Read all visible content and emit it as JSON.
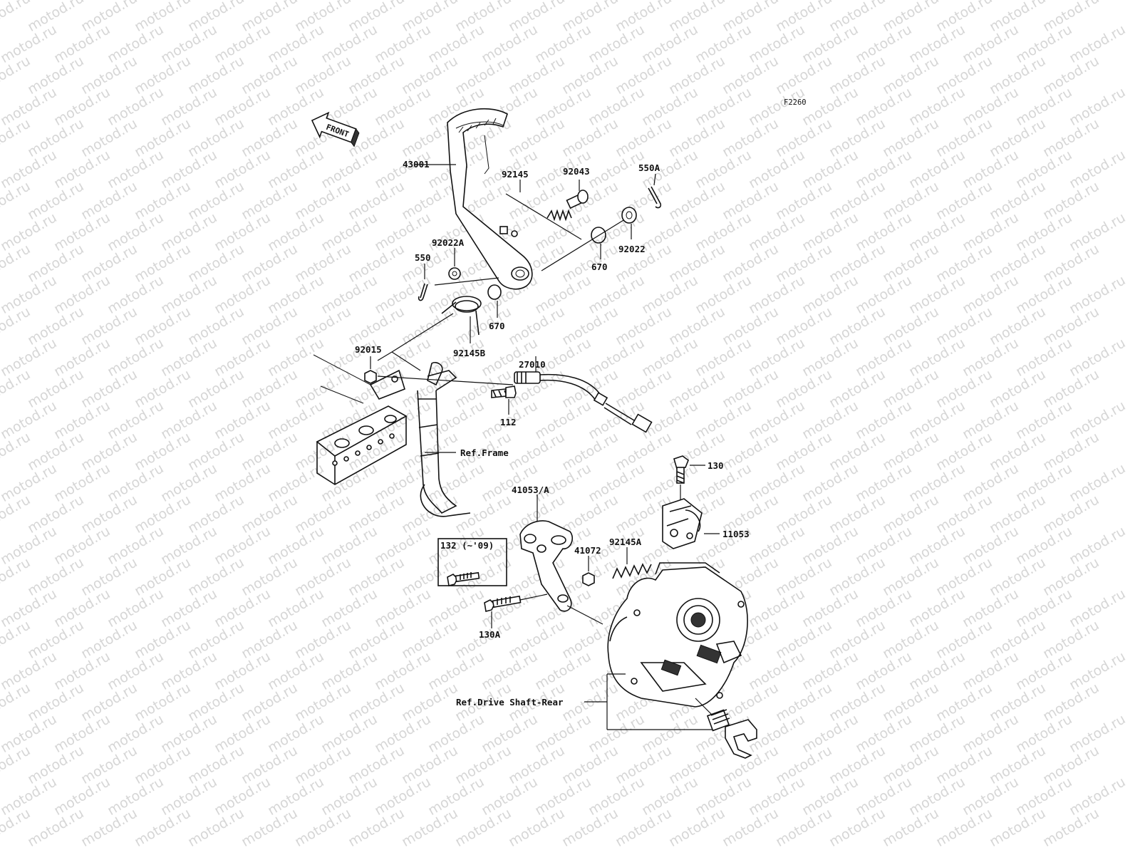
{
  "watermark": "motod.ru",
  "figure_code": "F2260",
  "front_badge": "FRONT",
  "references": {
    "frame": "Ref.Frame",
    "drive_shaft": "Ref.Drive Shaft-Rear"
  },
  "parts": {
    "p43001": "43001",
    "p92145": "92145",
    "p92043": "92043",
    "p550A": "550A",
    "p92022A": "92022A",
    "p550": "550",
    "p670a": "670",
    "p670b": "670",
    "p92022": "92022",
    "p92015": "92015",
    "p92145B": "92145B",
    "p27010": "27010",
    "p112": "112",
    "p130": "130",
    "p41053A": "41053/A",
    "p11053": "11053",
    "p132": "132 (~'09)",
    "p41072": "41072",
    "p92145A": "92145A",
    "p130A": "130A"
  },
  "colors": {
    "line": "#111111",
    "watermark": "#d6d6d6",
    "background": "#ffffff"
  }
}
